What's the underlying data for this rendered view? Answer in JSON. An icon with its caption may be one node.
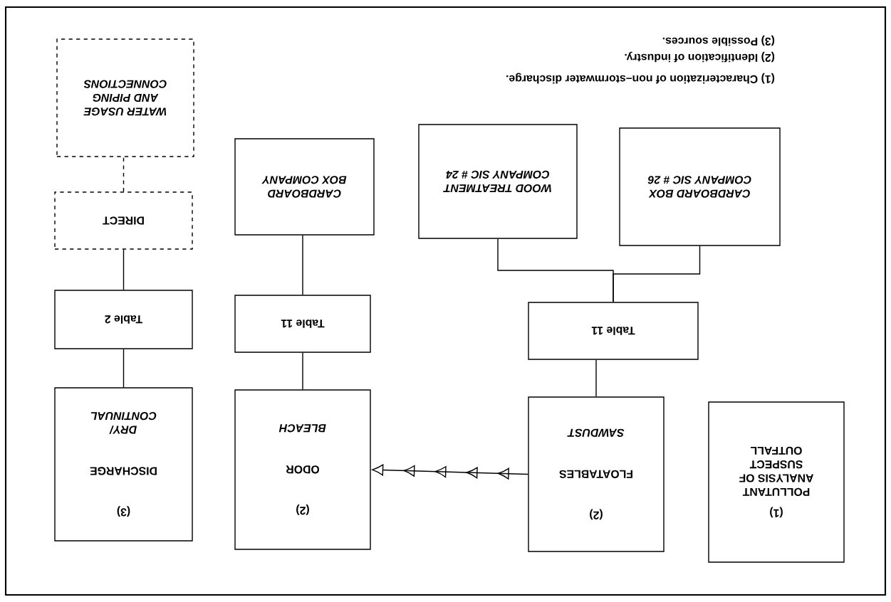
{
  "diagram": {
    "nodes": [
      {
        "text": [
          "(1)",
          "POLLUTANT ANALYSIS OF SUSPECT OUTFALL"
        ]
      },
      {
        "text": [
          "(2)",
          "FLOATABLES",
          "SAWDUST"
        ]
      },
      {
        "text": [
          "(2)",
          "ODOR",
          "BLEACH"
        ]
      },
      {
        "text": [
          "(3)",
          "DISCHARGE",
          "DRY/ CONTINUAL"
        ]
      },
      {
        "text": [
          "Table 11"
        ]
      },
      {
        "text": [
          "Table 11"
        ]
      },
      {
        "text": [
          "Table 2"
        ]
      },
      {
        "text": [
          "CARDBOARD BOX COMPANY SIC # 26"
        ]
      },
      {
        "text": [
          "WOOD TREATMENT COMPANY SIC # 24"
        ]
      },
      {
        "text": [
          "CARDBOARD BOX COMPANY"
        ]
      },
      {
        "text": [
          "DIRECT"
        ]
      },
      {
        "text": [
          "WATER USAGE AND PIPING CONNECTIONS"
        ]
      }
    ],
    "edges": [
      {
        "from": 1,
        "to": 2,
        "arrow": "to"
      },
      {
        "from": 1,
        "to": 4,
        "arrow": "none"
      },
      {
        "from": 4,
        "to": 7,
        "arrow": "none"
      },
      {
        "from": 4,
        "to": 8,
        "arrow": "none"
      },
      {
        "from": 2,
        "to": 5,
        "arrow": "none"
      },
      {
        "from": 5,
        "to": 9,
        "arrow": "none"
      },
      {
        "from": 3,
        "to": 6,
        "arrow": "none"
      },
      {
        "from": 6,
        "to": 10,
        "arrow": "none"
      },
      {
        "from": 10,
        "to": 11,
        "arrow": "none",
        "style": "dashed"
      }
    ],
    "labels": [
      "(1) Characterization of non–stormwater discharge.",
      "(2) Identification of industry.",
      "(3) Possible sources."
    ]
  }
}
